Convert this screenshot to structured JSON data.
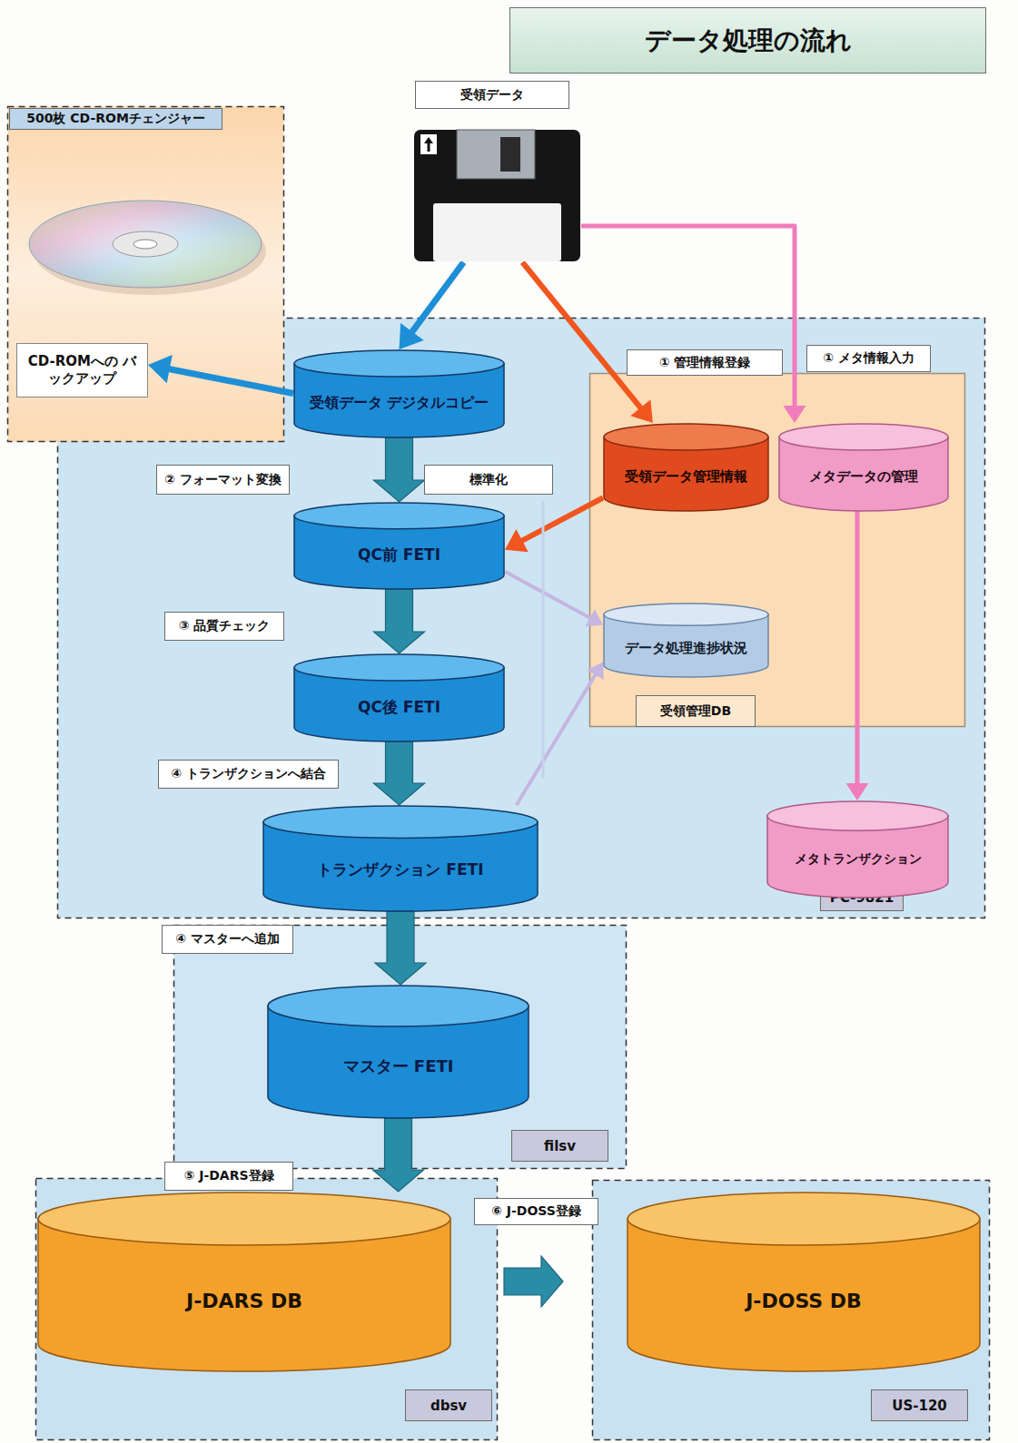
{
  "diagram": {
    "title": "データ処理の流れ",
    "nodes": [
      {
        "text": [
          "受領データ"
        ]
      },
      {
        "text": [
          "500枚 CD-ROMチェンジャー"
        ]
      },
      {
        "text": [
          "CD-ROMへの バックアップ"
        ],
        "in": 1
      },
      {
        "text": [
          "PC-9821"
        ]
      },
      {
        "text": [
          "受領データ デジタルコピー"
        ],
        "in": 3
      },
      {
        "text": [
          "QC前 FETI"
        ],
        "in": 3
      },
      {
        "text": [
          "QC後 FETI"
        ],
        "in": 3
      },
      {
        "text": [
          "トランザクション FETI"
        ],
        "in": 3
      },
      {
        "text": [
          "受領管理DB"
        ],
        "in": 3
      },
      {
        "text": [
          "受領データ管理情報"
        ],
        "in": 8
      },
      {
        "text": [
          "メタデータの管理"
        ],
        "in": 8
      },
      {
        "text": [
          "データ処理進捗状況"
        ],
        "in": 8
      },
      {
        "text": [
          "メタトランザクション"
        ],
        "in": 3
      },
      {
        "text": [
          "filsv"
        ]
      },
      {
        "text": [
          "マスター FETI"
        ],
        "in": 13
      },
      {
        "text": [
          "dbsv"
        ]
      },
      {
        "text": [
          "J-DARS DB"
        ],
        "in": 15
      },
      {
        "text": [
          "US-120"
        ]
      },
      {
        "text": [
          "J-DOSS DB"
        ],
        "in": 17
      }
    ],
    "edges": [
      {
        "from": 0,
        "to": 4,
        "arrow": "to"
      },
      {
        "from": 4,
        "to": 2,
        "arrow": "to"
      },
      {
        "from": 0,
        "to": 9,
        "arrow": "to"
      },
      {
        "from": 0,
        "to": 10,
        "arrow": "to"
      },
      {
        "from": 9,
        "to": 5,
        "arrow": "to"
      },
      {
        "from": 4,
        "to": 5,
        "arrow": "to"
      },
      {
        "from": 5,
        "to": 6,
        "arrow": "to"
      },
      {
        "from": 6,
        "to": 7,
        "arrow": "to"
      },
      {
        "from": 7,
        "to": 14,
        "arrow": "to"
      },
      {
        "from": 14,
        "to": 16,
        "arrow": "to"
      },
      {
        "from": 16,
        "to": 18,
        "arrow": "to"
      },
      {
        "from": 10,
        "to": 12,
        "arrow": "to"
      },
      {
        "from": 5,
        "to": 11,
        "arrow": "to"
      },
      {
        "from": 7,
        "to": 11,
        "arrow": "to"
      }
    ],
    "labels": [
      "① 管理情報登録",
      "① メタ情報入力",
      "② フォーマット変換",
      "標準化",
      "③ 品質チェック",
      "④ トランザクションへ結合",
      "④ マスターへ追加",
      "⑤ J-DARS登録",
      "⑥ J-DOSS登録"
    ]
  }
}
